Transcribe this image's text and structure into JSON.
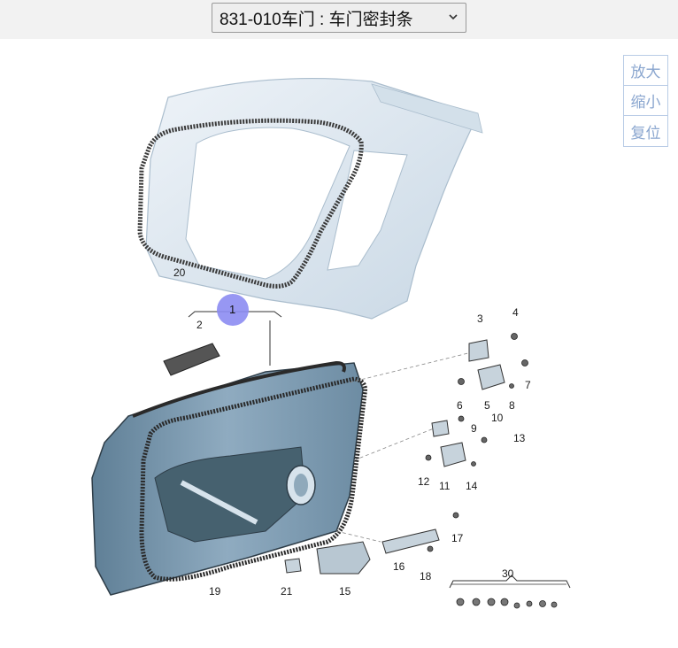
{
  "selector": {
    "label": "831-010车门 : 车门密封条"
  },
  "zoom": {
    "zoom_in": "放大",
    "zoom_out": "缩小",
    "reset": "复位"
  },
  "callouts": {
    "c1": "1",
    "c2": "2",
    "c3": "3",
    "c4": "4",
    "c5": "5",
    "c6": "6",
    "c7": "7",
    "c8": "8",
    "c9": "9",
    "c10": "10",
    "c11": "11",
    "c12": "12",
    "c13": "13",
    "c14": "14",
    "c15": "15",
    "c16": "16",
    "c17": "17",
    "c18": "18",
    "c19": "19",
    "c20": "20",
    "c21": "21",
    "c30": "30"
  },
  "colors": {
    "highlight": "#8c8cf2",
    "door_fill": "#7d9bb0",
    "body_fill": "#dfe8f0",
    "seal": "#333333"
  }
}
